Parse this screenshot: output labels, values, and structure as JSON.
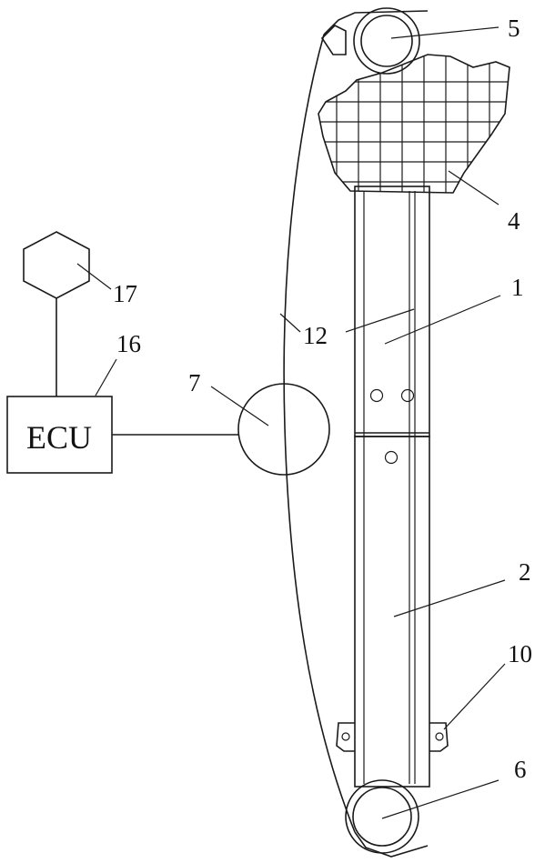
{
  "ecu": {
    "label": "ECU"
  },
  "callouts": {
    "c1": "1",
    "c2": "2",
    "c4": "4",
    "c5": "5",
    "c6": "6",
    "c7": "7",
    "c10": "10",
    "c12": "12",
    "c16": "16",
    "c17": "17"
  }
}
